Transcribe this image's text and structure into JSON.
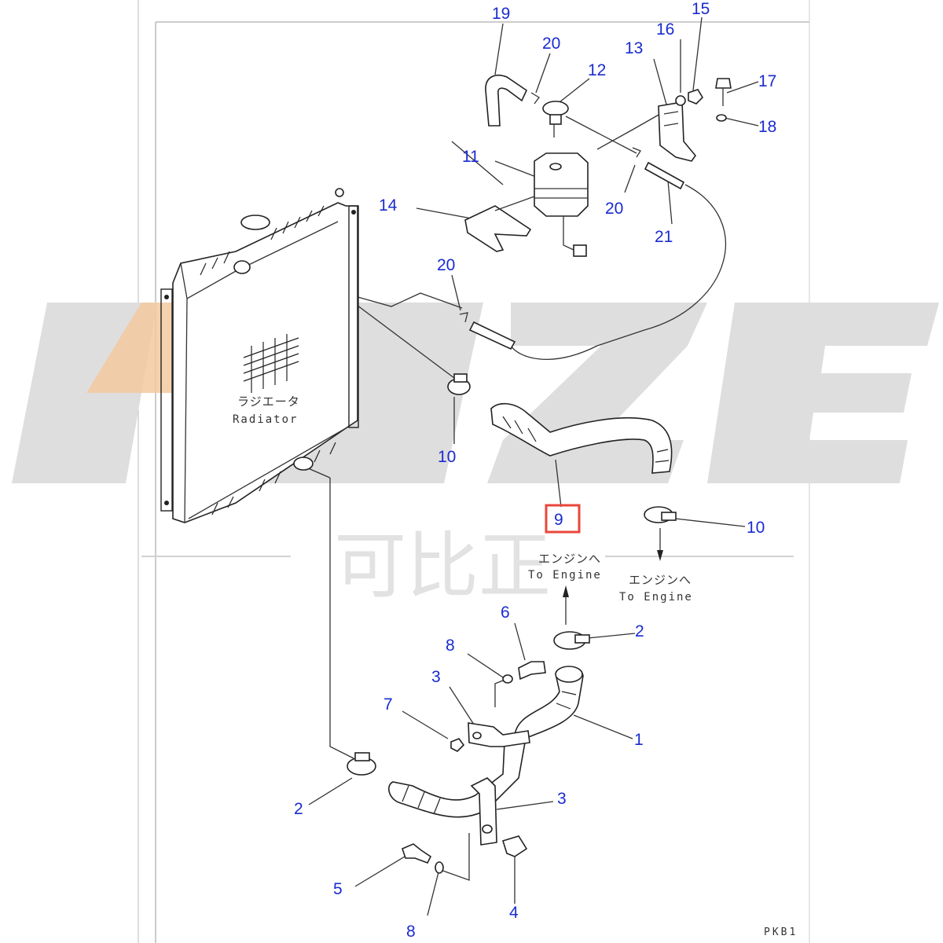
{
  "watermark": {
    "logo_text": "KBZE",
    "chinese_text": "可比正"
  },
  "radiator_label": {
    "jp": "ラジエータ",
    "en": "Radiator"
  },
  "engine_labels": [
    {
      "jp": "エンジンへ",
      "en": "To Engine"
    },
    {
      "jp": "エンジンへ",
      "en": "To Engine"
    }
  ],
  "drawing_code": "PKB1",
  "highlight": {
    "part": "9",
    "color": "#e8473a"
  },
  "label_color": "#1a2bd0",
  "callouts": [
    "19",
    "20",
    "12",
    "13",
    "16",
    "15",
    "17",
    "18",
    "11",
    "14",
    "20",
    "21",
    "20",
    "10",
    "9",
    "10",
    "6",
    "8",
    "2",
    "3",
    "7",
    "1",
    "2",
    "3",
    "5",
    "8",
    "4"
  ]
}
